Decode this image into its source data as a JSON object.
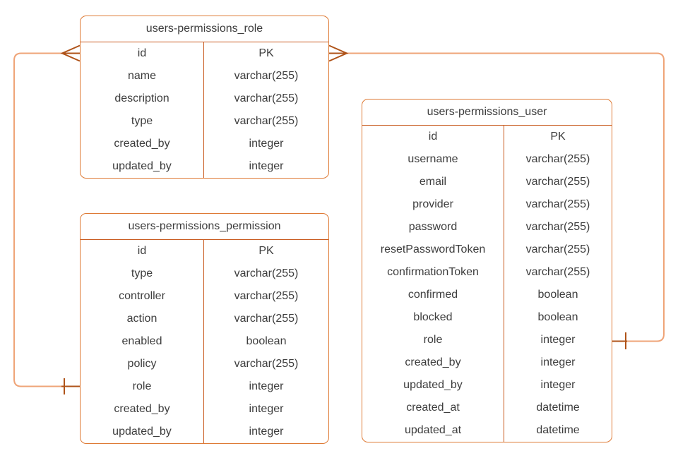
{
  "colors": {
    "table_border": "#DE7A35",
    "table_inner_line": "#C8591D",
    "connector_route": "#EFA478",
    "connector_glyph": "#AF5319",
    "text": "#3D3D3D",
    "background": "#FFFFFF"
  },
  "tables": {
    "role": {
      "title": "users-permissions_role",
      "rows": [
        {
          "field": "id",
          "type": "PK"
        },
        {
          "field": "name",
          "type": "varchar(255)"
        },
        {
          "field": "description",
          "type": "varchar(255)"
        },
        {
          "field": "type",
          "type": "varchar(255)"
        },
        {
          "field": "created_by",
          "type": "integer"
        },
        {
          "field": "updated_by",
          "type": "integer"
        }
      ]
    },
    "permission": {
      "title": "users-permissions_permission",
      "rows": [
        {
          "field": "id",
          "type": "PK"
        },
        {
          "field": "type",
          "type": "varchar(255)"
        },
        {
          "field": "controller",
          "type": "varchar(255)"
        },
        {
          "field": "action",
          "type": "varchar(255)"
        },
        {
          "field": "enabled",
          "type": "boolean"
        },
        {
          "field": "policy",
          "type": "varchar(255)"
        },
        {
          "field": "role",
          "type": "integer"
        },
        {
          "field": "created_by",
          "type": "integer"
        },
        {
          "field": "updated_by",
          "type": "integer"
        }
      ]
    },
    "user": {
      "title": "users-permissions_user",
      "rows": [
        {
          "field": "id",
          "type": "PK"
        },
        {
          "field": "username",
          "type": "varchar(255)"
        },
        {
          "field": "email",
          "type": "varchar(255)"
        },
        {
          "field": "provider",
          "type": "varchar(255)"
        },
        {
          "field": "password",
          "type": "varchar(255)"
        },
        {
          "field": "resetPasswordToken",
          "type": "varchar(255)"
        },
        {
          "field": "confirmationToken",
          "type": "varchar(255)"
        },
        {
          "field": "confirmed",
          "type": "boolean"
        },
        {
          "field": "blocked",
          "type": "boolean"
        },
        {
          "field": "role",
          "type": "integer"
        },
        {
          "field": "created_by",
          "type": "integer"
        },
        {
          "field": "updated_by",
          "type": "integer"
        },
        {
          "field": "created_at",
          "type": "datetime"
        },
        {
          "field": "updated_at",
          "type": "datetime"
        }
      ]
    }
  },
  "relationships": [
    {
      "from_table": "users-permissions_role",
      "from_field": "id",
      "from_cardinality": "many",
      "to_table": "users-permissions_permission",
      "to_field": "role",
      "to_cardinality": "one"
    },
    {
      "from_table": "users-permissions_role",
      "from_field": "id",
      "from_cardinality": "many",
      "to_table": "users-permissions_user",
      "to_field": "role",
      "to_cardinality": "one"
    }
  ]
}
